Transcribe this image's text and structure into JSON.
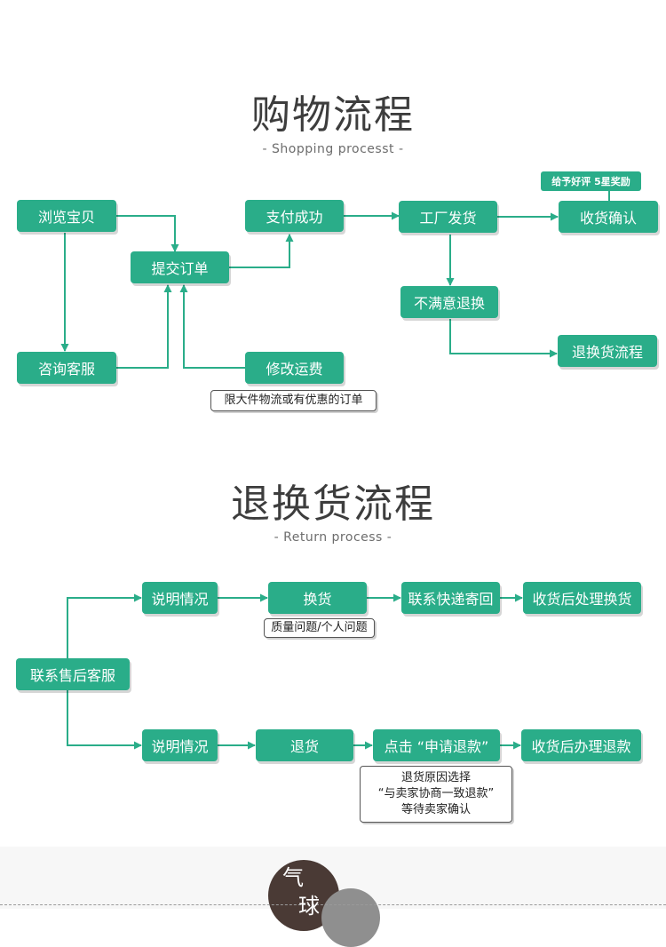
{
  "shopping": {
    "title": "购物流程",
    "subtitle": "- Shopping processt -",
    "nodes": {
      "browse": "浏览宝贝",
      "submit_order": "提交订单",
      "pay_success": "支付成功",
      "factory_ship": "工厂发货",
      "confirm_receipt": "收货确认",
      "consult_service": "咨询客服",
      "modify_shipping": "修改运费",
      "unsatisfied_exchange": "不满意退换",
      "return_process": "退换货流程"
    },
    "badge": "给予好评 5星奖励",
    "note": "限大件物流或有优惠的订单"
  },
  "returns": {
    "title": "退换货流程",
    "subtitle": "- Return process -",
    "nodes": {
      "contact_service": "联系售后客服",
      "explain_top": "说明情况",
      "exchange": "换货",
      "contact_courier": "联系快递寄回",
      "receive_exchange": "收货后处理换货",
      "explain_bottom": "说明情况",
      "return_goods": "退货",
      "click_refund": "点击 “申请退款”",
      "receive_refund": "收货后办理退款"
    },
    "note_exchange": "质量问题/个人问题",
    "note_refund": {
      "line1": "退货原因选择",
      "line2": "“与卖家协商一致退款”",
      "line3": "等待卖家确认"
    }
  },
  "footer": {
    "char1": "气",
    "char2": "球"
  },
  "colors": {
    "box": "#2aad89",
    "arrow": "#2aad89",
    "title": "#3d3d3d",
    "circle_dark": "#4a3a35",
    "circle_grey": "#8f8f8f"
  }
}
